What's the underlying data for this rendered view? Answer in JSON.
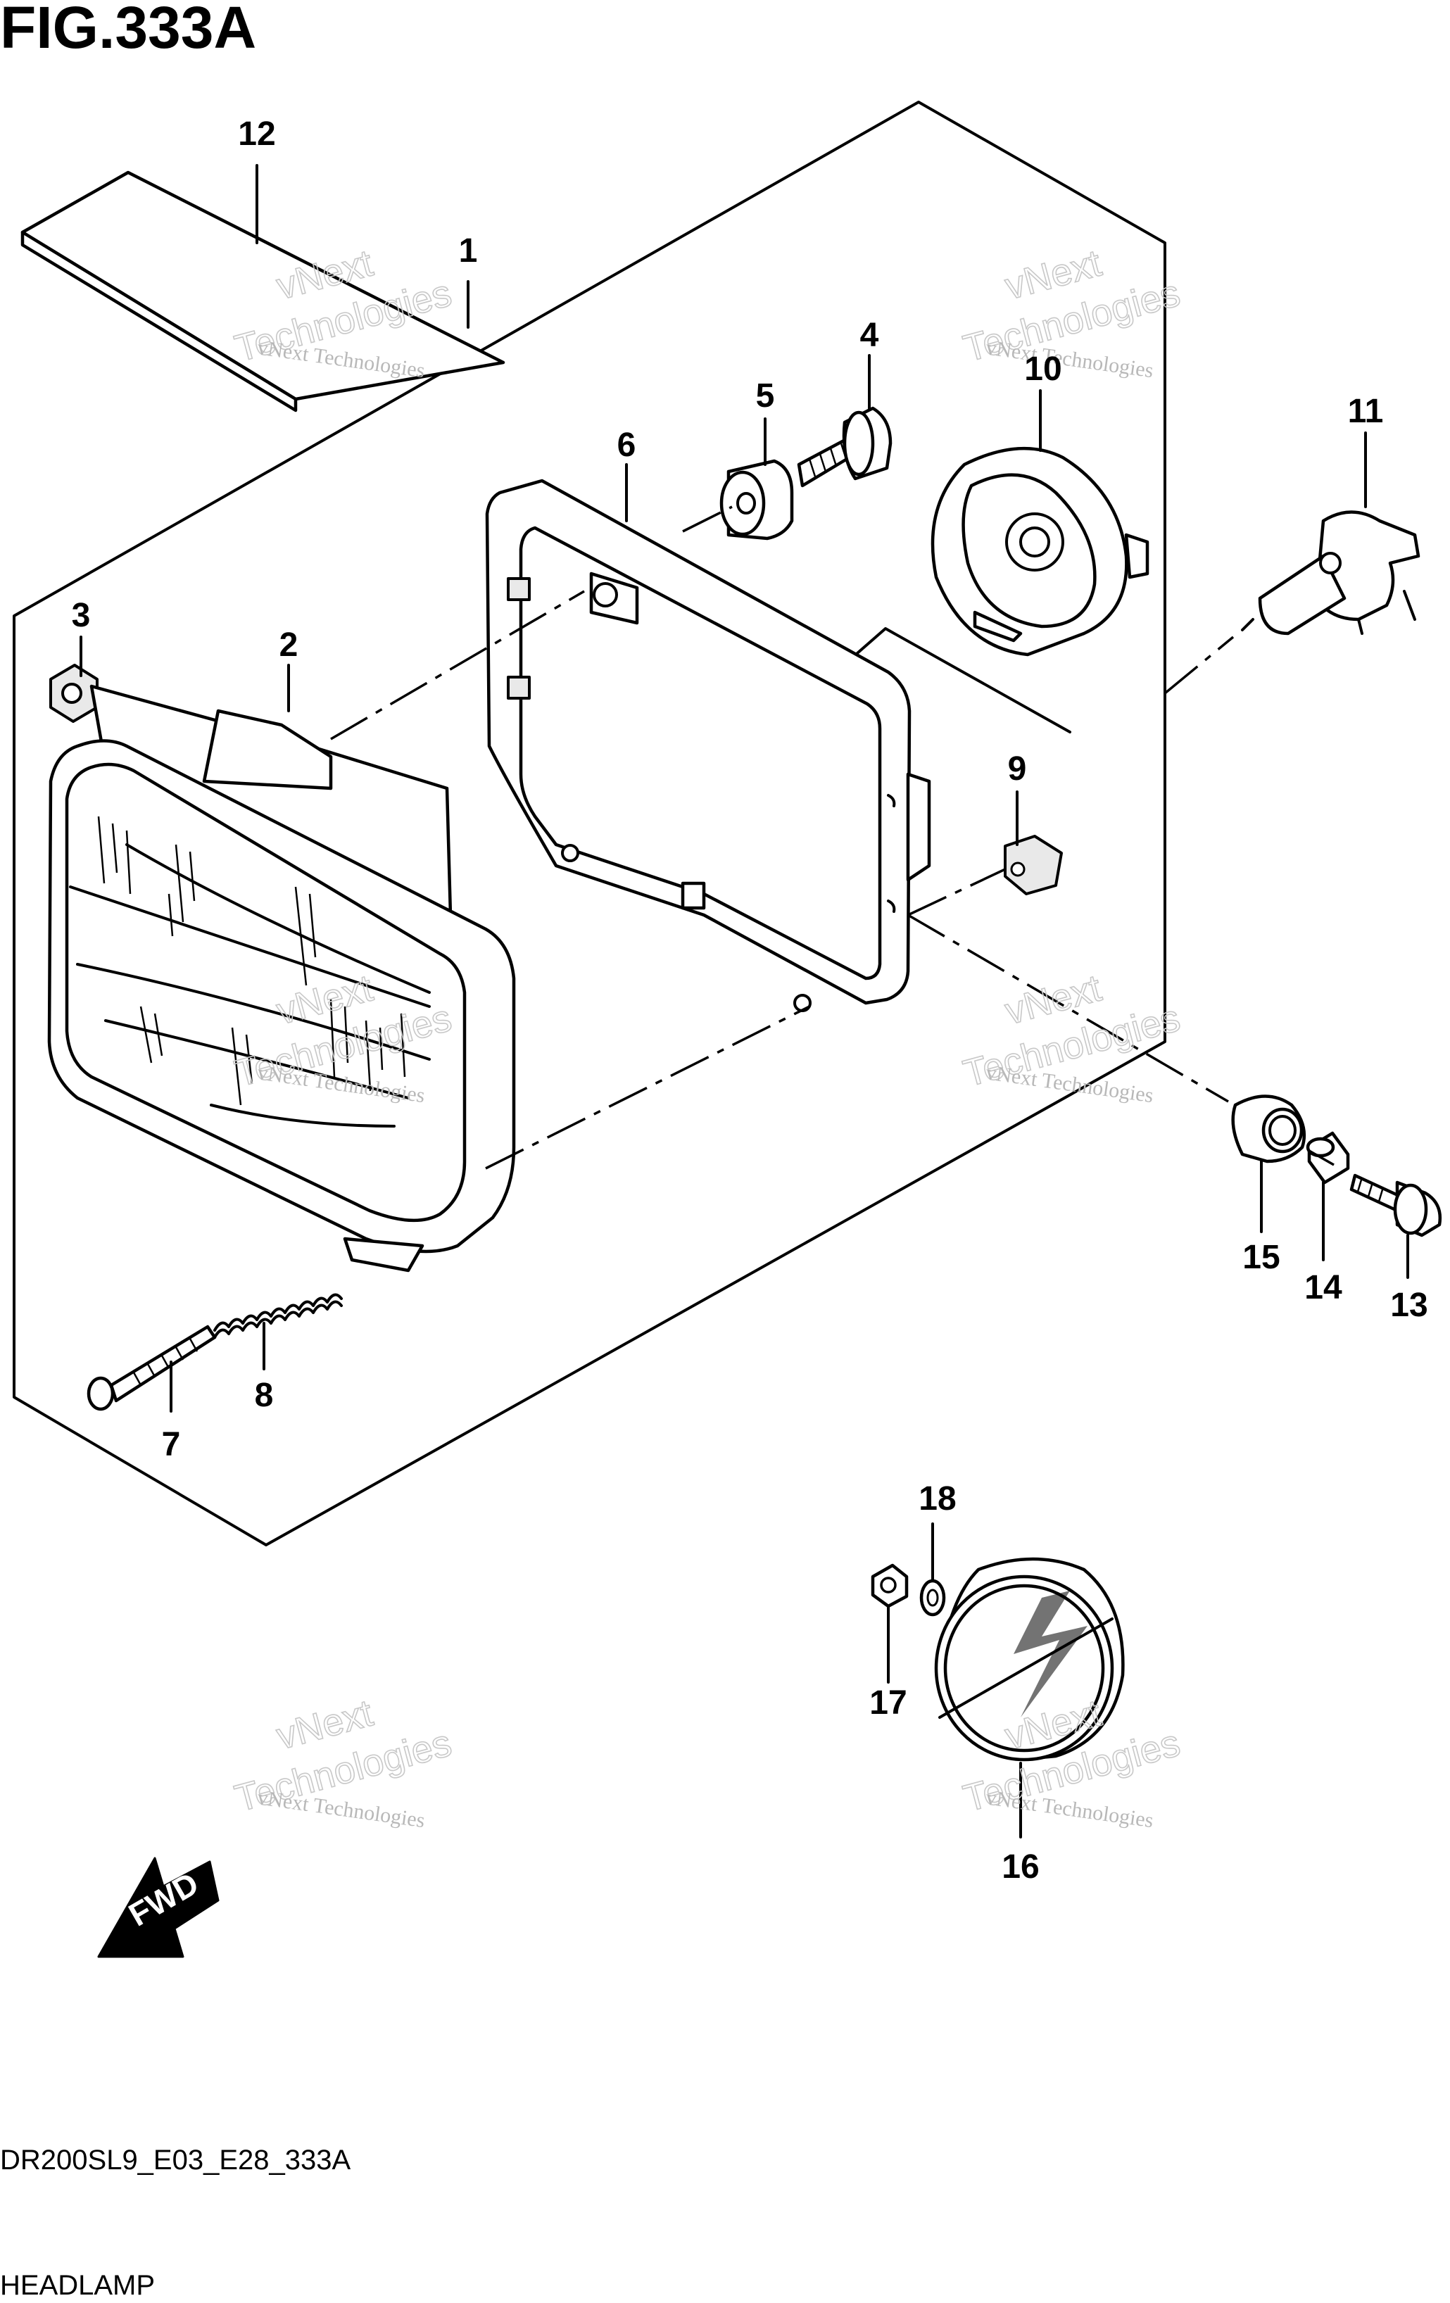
{
  "figure": {
    "title": "FIG.333A",
    "model_code": "DR200SL9_E03_E28_333A",
    "name": "HEADLAMP"
  },
  "callouts": [
    "1",
    "2",
    "3",
    "4",
    "5",
    "6",
    "7",
    "8",
    "9",
    "10",
    "11",
    "12",
    "13",
    "14",
    "15",
    "16",
    "17",
    "18"
  ],
  "watermark": {
    "small": "vNext Technologies",
    "big_line1": "vNext",
    "big_line2": "Technologies"
  },
  "fwd_arrow": {
    "label": "FWD"
  }
}
